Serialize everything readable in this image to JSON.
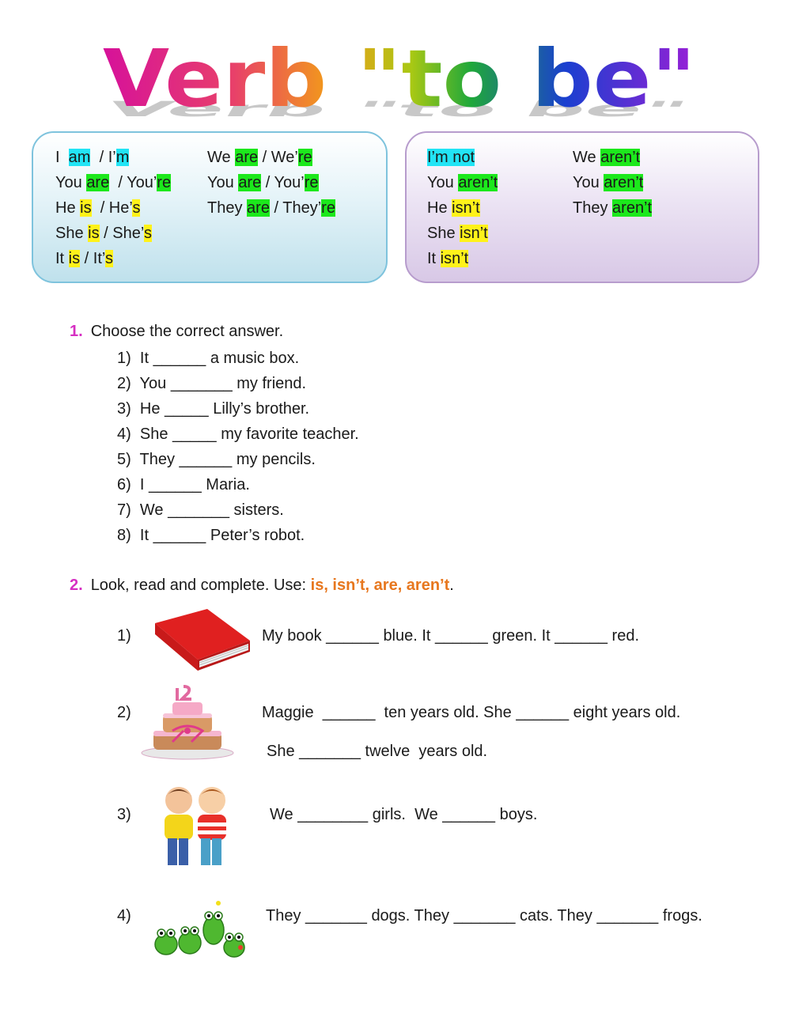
{
  "title": "Verb \"to be\"",
  "affirmative_box": {
    "col1": [
      [
        {
          "t": "I  "
        },
        {
          "t": "am",
          "hl": "c"
        },
        {
          "t": "  / I’"
        },
        {
          "t": "m",
          "hl": "c"
        }
      ],
      [
        {
          "t": "You "
        },
        {
          "t": "are",
          "hl": "g"
        },
        {
          "t": "  / You’"
        },
        {
          "t": "re",
          "hl": "g"
        }
      ],
      [
        {
          "t": "He "
        },
        {
          "t": "is",
          "hl": "y"
        },
        {
          "t": "  / He’"
        },
        {
          "t": "s",
          "hl": "y"
        }
      ],
      [
        {
          "t": "She "
        },
        {
          "t": "is",
          "hl": "y"
        },
        {
          "t": " / She’"
        },
        {
          "t": "s",
          "hl": "y"
        }
      ],
      [
        {
          "t": "It "
        },
        {
          "t": "is",
          "hl": "y"
        },
        {
          "t": " / It’"
        },
        {
          "t": "s",
          "hl": "y"
        }
      ]
    ],
    "col2": [
      [
        {
          "t": "We "
        },
        {
          "t": "are",
          "hl": "g"
        },
        {
          "t": " / We’"
        },
        {
          "t": "re",
          "hl": "g"
        }
      ],
      [
        {
          "t": "You "
        },
        {
          "t": "are",
          "hl": "g"
        },
        {
          "t": " / You’"
        },
        {
          "t": "re",
          "hl": "g"
        }
      ],
      [
        {
          "t": "They "
        },
        {
          "t": "are",
          "hl": "g"
        },
        {
          "t": " / They’"
        },
        {
          "t": "re",
          "hl": "g"
        }
      ]
    ]
  },
  "negative_box": {
    "col1": [
      [
        {
          "t": "I’m not",
          "hl": "c"
        }
      ],
      [
        {
          "t": "You "
        },
        {
          "t": "aren’t",
          "hl": "g"
        }
      ],
      [
        {
          "t": "He "
        },
        {
          "t": "isn’t",
          "hl": "y"
        }
      ],
      [
        {
          "t": "She "
        },
        {
          "t": "isn’t",
          "hl": "y"
        }
      ],
      [
        {
          "t": "It "
        },
        {
          "t": "isn’t",
          "hl": "y"
        }
      ]
    ],
    "col2": [
      [
        {
          "t": "We "
        },
        {
          "t": "aren’t",
          "hl": "g"
        }
      ],
      [
        {
          "t": "You "
        },
        {
          "t": "aren’t",
          "hl": "g"
        }
      ],
      [
        {
          "t": "They "
        },
        {
          "t": "aren’t",
          "hl": "g"
        }
      ]
    ]
  },
  "section1": {
    "number": "1.",
    "instruction": "Choose the correct answer.",
    "questions": [
      "1)  It ______ a music box.",
      "2)  You _______ my friend.",
      "3)  He _____ Lilly’s brother.",
      "4)  She _____ my favorite teacher.",
      "5)  They ______ my pencils.",
      "6)  I ______ Maria.",
      "7)  We _______ sisters.",
      "8)  It ______ Peter’s robot."
    ]
  },
  "section2": {
    "number": "2.",
    "instruction": "Look, read and complete. Use: ",
    "use_words": "is, isn’t, are, aren’t",
    "period": ".",
    "exercises": [
      {
        "num": "1)",
        "image": "red-book-icon",
        "lines": [
          "My book ______ blue. It ______ green. It ______ red."
        ]
      },
      {
        "num": "2)",
        "image": "birthday-cake-icon",
        "lines": [
          "Maggie  ______  ten years old. She ______ eight years old.",
          "She _______ twelve  years old."
        ]
      },
      {
        "num": "3)",
        "image": "two-boys-icon",
        "lines": [
          "We ________ girls.  We ______ boys."
        ]
      },
      {
        "num": "4)",
        "image": "frogs-icon",
        "lines": [
          "They _______ dogs. They _______ cats. They _______ frogs."
        ]
      }
    ]
  },
  "colors": {
    "highlight_cyan": "#22e4f5",
    "highlight_green": "#1ce81c",
    "highlight_yellow": "#fff21a",
    "section_number": "#d62fc2",
    "use_words": "#e7771e"
  }
}
